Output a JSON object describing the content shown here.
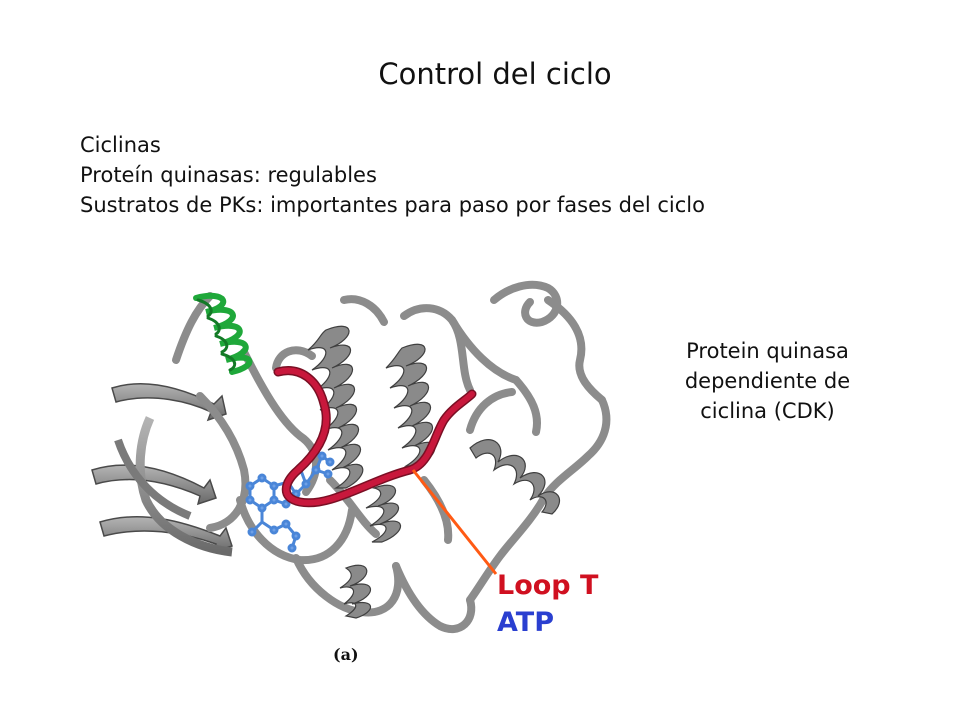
{
  "slide": {
    "title": "Control del ciclo",
    "bullets": [
      "Ciclinas",
      "Proteín quinasas: regulables",
      "Sustratos de PKs: importantes para paso por fases del ciclo"
    ]
  },
  "figure": {
    "side_label": [
      "Protein quinasa",
      "dependiente de",
      "ciclina (CDK)"
    ],
    "loop_label": "Loop T",
    "atp_label": "ATP",
    "caption": "(a)",
    "colors": {
      "backbone": "#8a8a8a",
      "backbone_dark": "#555555",
      "helix_green": "#1fa83a",
      "loop_t": "#c8183c",
      "atp": "#4a86d8",
      "pointer": "#ff5a14",
      "loop_text": "#d01020",
      "atp_text": "#2a3fd0"
    }
  }
}
